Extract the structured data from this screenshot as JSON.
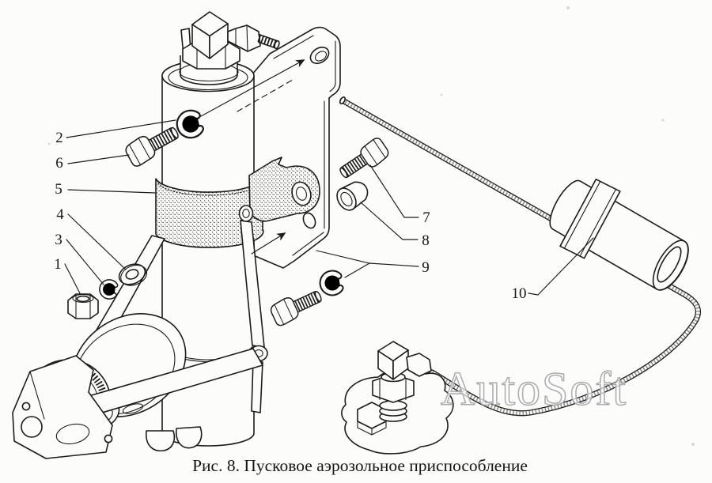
{
  "figure": {
    "caption": "Рис. 8. Пусковое аэрозольное приспособление",
    "watermark": "AutoSoft",
    "colors": {
      "ink": "#1b1b1b",
      "paper": "#fcfcfb",
      "watermark_outline": "#ababab"
    },
    "callouts": {
      "c1": "1",
      "c2": "2",
      "c3": "3",
      "c4": "4",
      "c5": "5",
      "c6": "6",
      "c7": "7",
      "c8": "8",
      "c9": "9",
      "c10": "10"
    }
  }
}
